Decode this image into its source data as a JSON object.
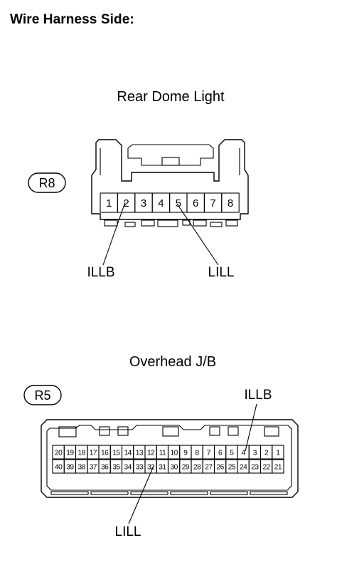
{
  "header": {
    "title": "Wire Harness Side:"
  },
  "connectors": [
    {
      "id": "R8",
      "name": "Rear Dome Light",
      "pins": [
        "1",
        "2",
        "3",
        "4",
        "5",
        "6",
        "7",
        "8"
      ],
      "signals": [
        {
          "label": "ILLB",
          "pin": "2"
        },
        {
          "label": "LILL",
          "pin": "5"
        }
      ]
    },
    {
      "id": "R5",
      "name": "Overhead J/B",
      "pins_top": [
        "20",
        "19",
        "18",
        "17",
        "16",
        "15",
        "14",
        "13",
        "12",
        "11",
        "10",
        "9",
        "8",
        "7",
        "6",
        "5",
        "4",
        "3",
        "2",
        "1"
      ],
      "pins_bottom": [
        "40",
        "39",
        "38",
        "37",
        "36",
        "35",
        "34",
        "33",
        "32",
        "31",
        "30",
        "29",
        "28",
        "27",
        "26",
        "25",
        "24",
        "23",
        "22",
        "21"
      ],
      "signals": [
        {
          "label": "ILLB",
          "pin": "4"
        },
        {
          "label": "LILL",
          "pin": "32"
        }
      ]
    }
  ]
}
